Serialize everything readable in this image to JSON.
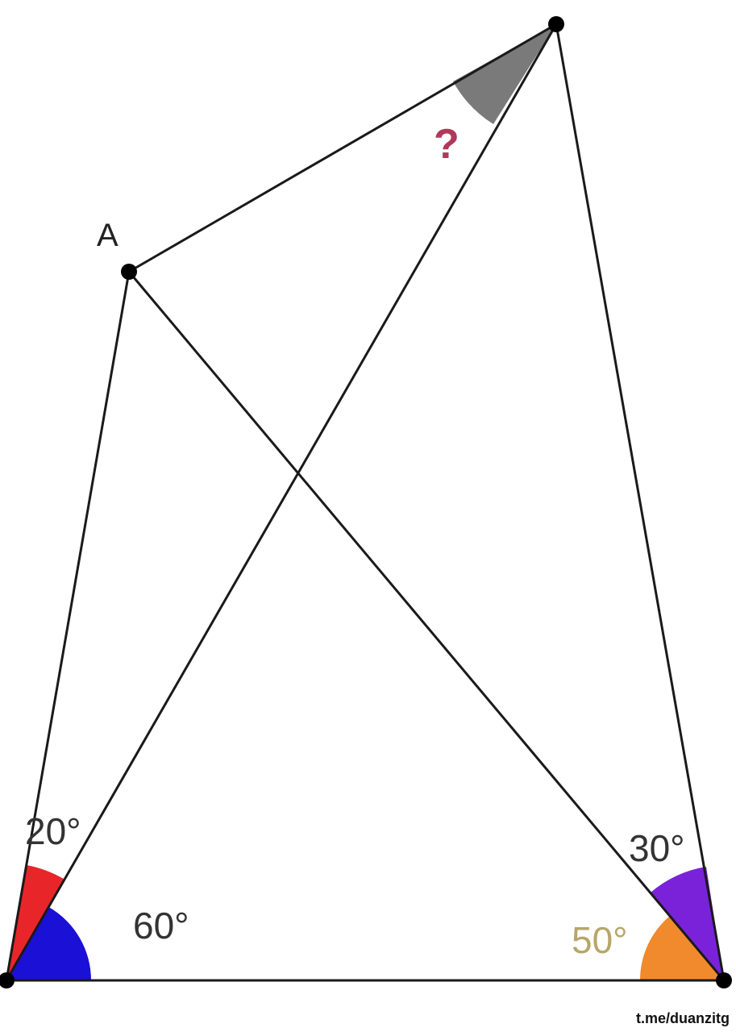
{
  "diagram": {
    "vertex_label": "A",
    "unknown_angle_label": "?",
    "angles": {
      "bottom_left_upper": "20°",
      "bottom_left_lower": "60°",
      "bottom_right_upper": "30°",
      "bottom_right_lower": "50°"
    }
  },
  "watermark": "t.me/duanzitg",
  "colors": {
    "lines": "#1a1a1a",
    "angle_20": "#e8262a",
    "angle_60": "#1a10d6",
    "angle_30": "#7a22d9",
    "angle_50": "#f08a2c",
    "unknown_angle": "#7a7a7a",
    "question_mark": "#b0395a",
    "label_20_30_60": "#333333",
    "label_50": "#b7a66a"
  }
}
